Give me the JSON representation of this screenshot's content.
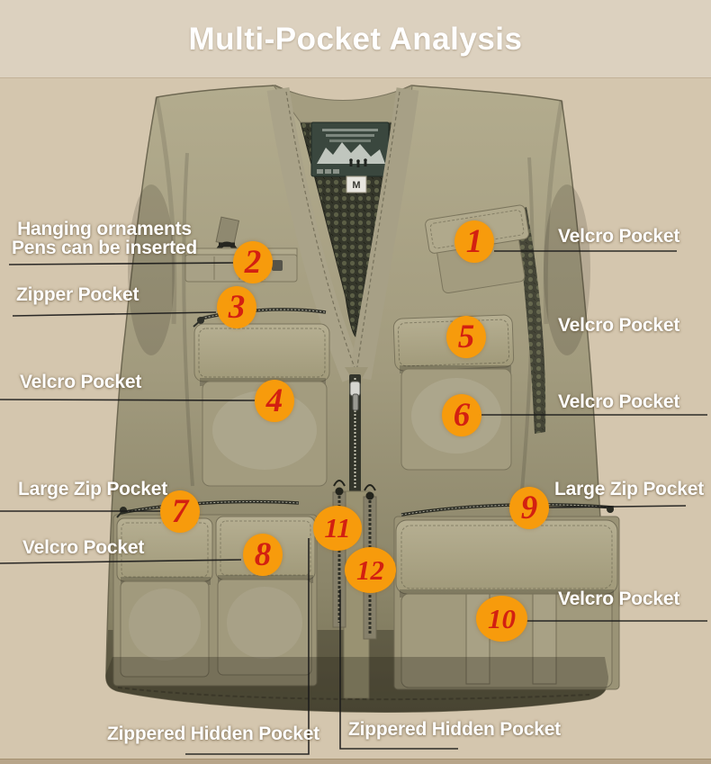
{
  "title": "Multi-Pocket Analysis",
  "vest": {
    "size_tag": "M",
    "brand_label_icon": "mountains-hikers-label",
    "d_ring_icon": "d-ring"
  },
  "callouts": [
    {
      "num": "1",
      "label": "Velcro Pocket"
    },
    {
      "num": "2",
      "label": "Hanging ornaments",
      "label2": "Pens can be inserted"
    },
    {
      "num": "3",
      "label": "Zipper Pocket"
    },
    {
      "num": "4",
      "label": "Velcro Pocket"
    },
    {
      "num": "5",
      "label": "Velcro Pocket"
    },
    {
      "num": "6",
      "label": "Velcro Pocket"
    },
    {
      "num": "7",
      "label": "Large Zip Pocket"
    },
    {
      "num": "8",
      "label": "Velcro Pocket"
    },
    {
      "num": "9",
      "label": "Large Zip Pocket"
    },
    {
      "num": "10",
      "label": "Velcro Pocket"
    },
    {
      "num": "11",
      "label": "Zippered Hidden Pocket"
    },
    {
      "num": "12",
      "label": "Zippered Hidden Pocket"
    }
  ],
  "colors": {
    "background": "#d4c6ae",
    "title_background": "#dcd1bf",
    "title_text": "#ffffff",
    "label_text": "#ffffff",
    "badge_fill": "#f79b0c",
    "badge_number": "#d32011",
    "leader_line": "#191919",
    "vest_khaki": "#a29b7e",
    "mesh_dark": "#34362a"
  }
}
